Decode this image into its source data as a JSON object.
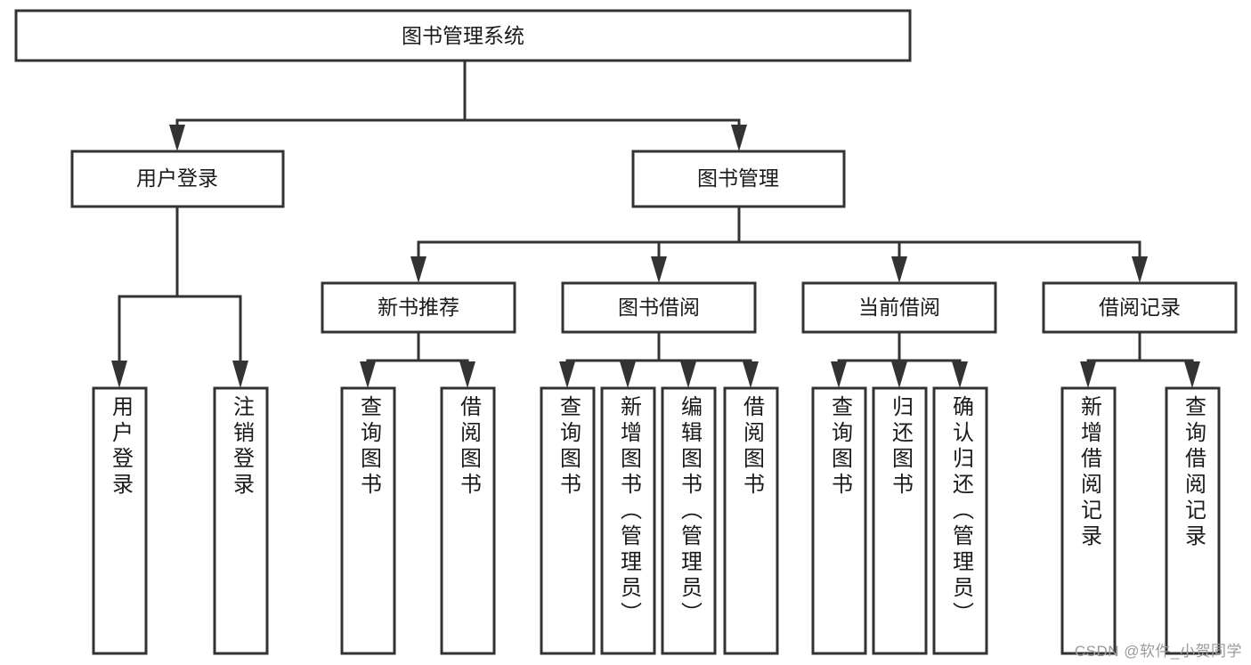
{
  "diagram": {
    "type": "tree-hierarchy",
    "title": "图书管理系统",
    "orientation": "top-down",
    "watermark": "CSDN @软件_小贺同学",
    "colors": {
      "box_stroke": "#333333",
      "box_fill": "#ffffff",
      "connector": "#333333",
      "text": "#1a1a1a",
      "background": "#ffffff",
      "watermark": "#9a9a9a"
    },
    "root": {
      "label": "图书管理系统"
    },
    "level2": [
      {
        "label": "用户登录"
      },
      {
        "label": "图书管理"
      }
    ],
    "level3": [
      {
        "label": "新书推荐"
      },
      {
        "label": "图书借阅"
      },
      {
        "label": "当前借阅"
      },
      {
        "label": "借阅记录"
      }
    ],
    "leaves": {
      "user_login": [
        {
          "label": "用户登录"
        },
        {
          "label": "注销登录"
        }
      ],
      "new_book_recommend": [
        {
          "label": "查询图书"
        },
        {
          "label": "借阅图书"
        }
      ],
      "book_borrow": [
        {
          "label": "查询图书"
        },
        {
          "label": "新增图书（管理员）"
        },
        {
          "label": "编辑图书（管理员）"
        },
        {
          "label": "借阅图书"
        }
      ],
      "current_borrow": [
        {
          "label": "查询图书"
        },
        {
          "label": "归还图书"
        },
        {
          "label": "确认归还（管理员）"
        }
      ],
      "borrow_records": [
        {
          "label": "新增借阅记录"
        },
        {
          "label": "查询借阅记录"
        }
      ]
    }
  }
}
